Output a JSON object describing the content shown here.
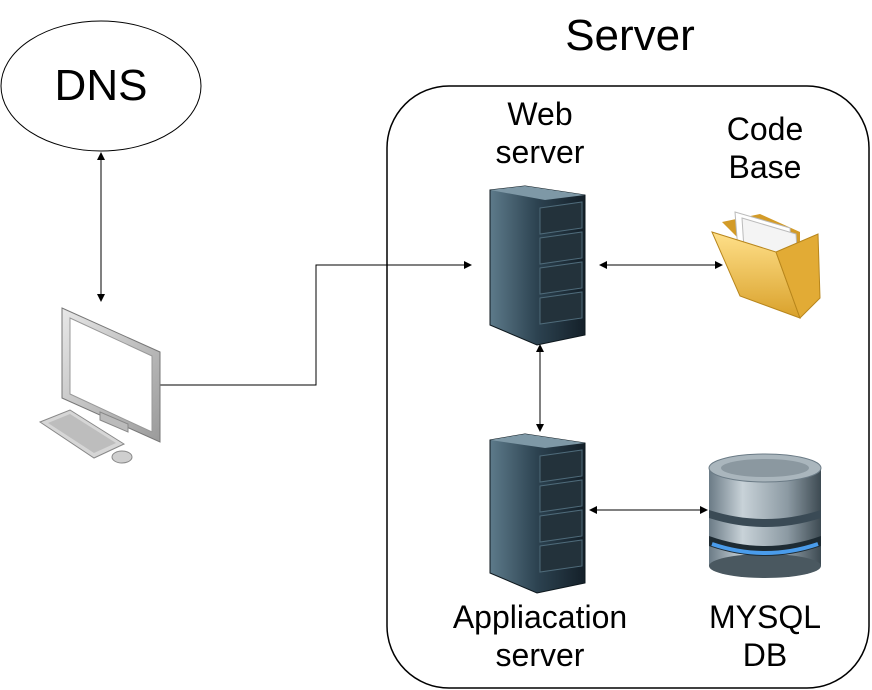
{
  "dns": {
    "label": "DNS"
  },
  "server_group": {
    "title": "Server"
  },
  "web_server": {
    "label": "Web\nserver"
  },
  "code_base": {
    "label": "Code\nBase"
  },
  "app_server": {
    "label": "Appliacation\nserver"
  },
  "mysql": {
    "label": "MYSQL\nDB"
  },
  "icons": {
    "client": "desktop-computer-icon",
    "web_server": "server-rack-icon",
    "app_server": "server-rack-icon",
    "code_base": "folder-icon",
    "database": "database-icon"
  },
  "colors": {
    "rack_dark": "#1b2a33",
    "rack_mid": "#3a5566",
    "folder": "#f0c14b",
    "db_glow": "#4fa8ff"
  }
}
